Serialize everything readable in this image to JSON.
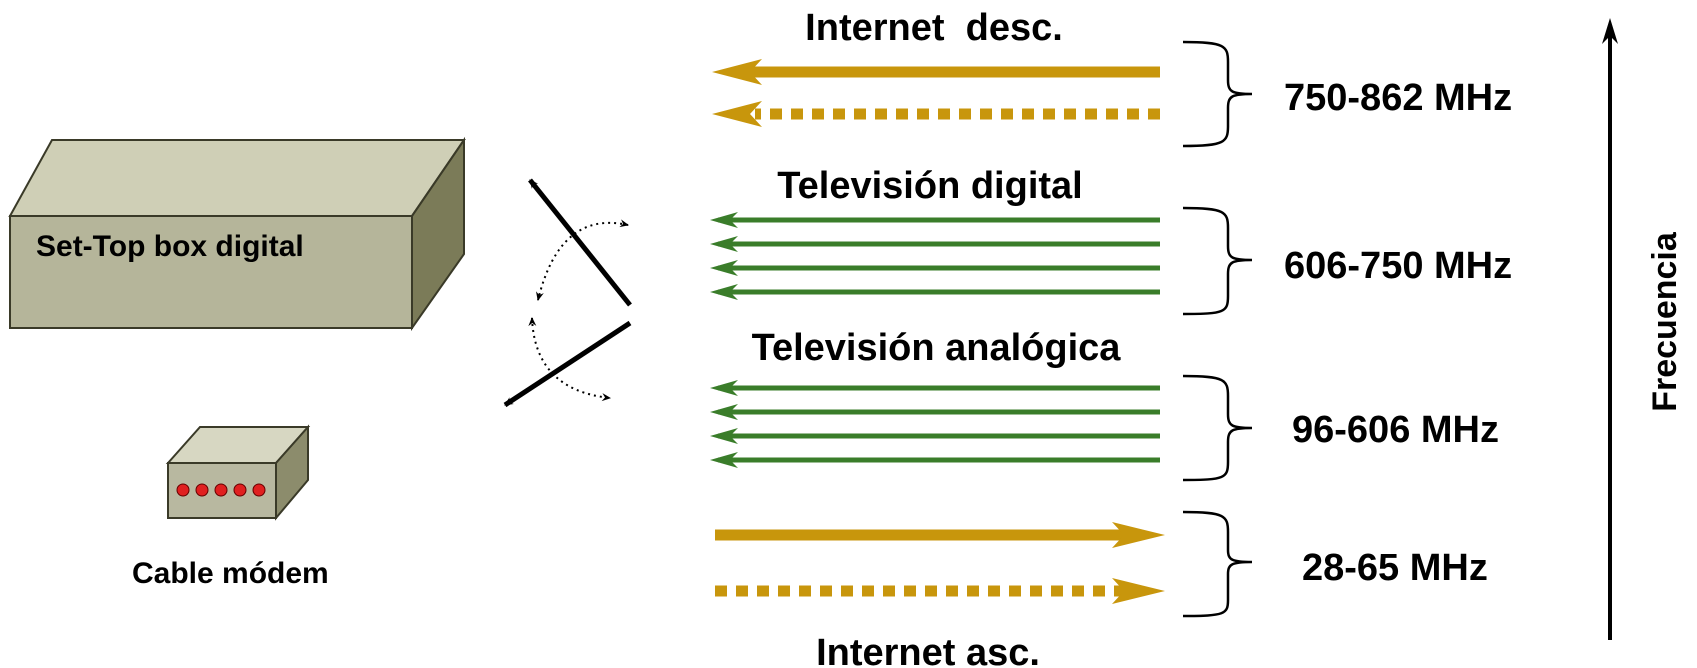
{
  "bands": {
    "internet_down": {
      "title": "Internet  desc.",
      "range": "750-862 MHz"
    },
    "tv_digital": {
      "title": "Televisión digital",
      "range": "606-750 MHz"
    },
    "tv_analog": {
      "title": "Televisión analógica",
      "range": "96-606 MHz"
    },
    "internet_up": {
      "title": "Internet asc.",
      "range": "28-65 MHz"
    }
  },
  "devices": {
    "settop": {
      "label": "Set-Top box digital"
    },
    "modem": {
      "label": "Cable módem"
    }
  },
  "axis": {
    "label": "Frecuencia"
  },
  "colors": {
    "internet": "#c8960c",
    "tv": "#3a7d2a",
    "box_front": "#b5b59a",
    "box_top": "#cfcfb6",
    "box_side": "#7b7b58",
    "modem_front": "#b8b8a0",
    "modem_top": "#d7d7c2",
    "modem_side": "#8c8c6c",
    "led": "#e02020"
  }
}
